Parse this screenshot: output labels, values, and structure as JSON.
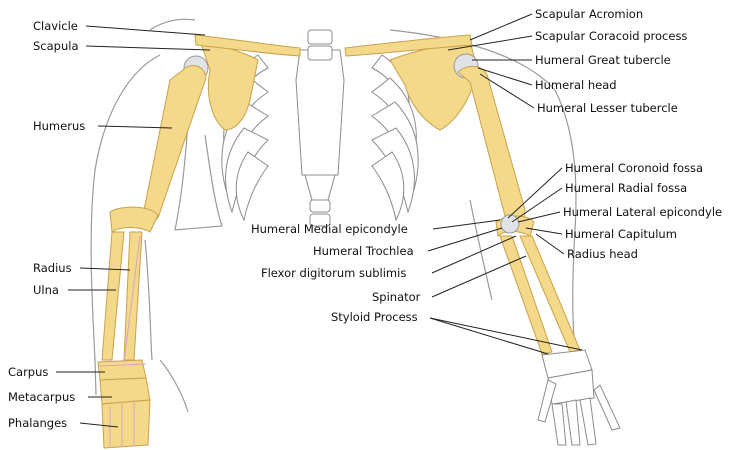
{
  "colors": {
    "bone": "#f4d98a",
    "bone_edge": "#c9a24a",
    "cartilage": "#dfe3e6",
    "outline": "#888888",
    "leader": "#222222",
    "muscle_line": "#d9a2c6"
  },
  "labels_left": [
    {
      "id": "clavicle",
      "text": "Clavicle"
    },
    {
      "id": "scapula",
      "text": "Scapula"
    },
    {
      "id": "humerus",
      "text": "Humerus"
    },
    {
      "id": "radius",
      "text": "Radius"
    },
    {
      "id": "ulna",
      "text": "Ulna"
    },
    {
      "id": "carpus",
      "text": "Carpus"
    },
    {
      "id": "metacarpus",
      "text": "Metacarpus"
    },
    {
      "id": "phalanges",
      "text": "Phalanges"
    }
  ],
  "labels_right": [
    {
      "id": "scapular-acromion",
      "text": "Scapular Acromion"
    },
    {
      "id": "scapular-coracoid",
      "text": "Scapular Coracoid process"
    },
    {
      "id": "humeral-great-tubercle",
      "text": "Humeral Great tubercle"
    },
    {
      "id": "humeral-head",
      "text": "Humeral head"
    },
    {
      "id": "humeral-lesser-tubercle",
      "text": "Humeral Lesser tubercle"
    },
    {
      "id": "humeral-coronoid-fossa",
      "text": "Humeral Coronoid fossa"
    },
    {
      "id": "humeral-radial-fossa",
      "text": "Humeral Radial fossa"
    },
    {
      "id": "humeral-lateral-epicondyle",
      "text": "Humeral Lateral epicondyle"
    },
    {
      "id": "humeral-capitulum",
      "text": "Humeral Capitulum"
    },
    {
      "id": "radius-head",
      "text": "Radius head"
    }
  ],
  "labels_center": [
    {
      "id": "humeral-medial-epicondyle",
      "text": "Humeral Medial epicondyle"
    },
    {
      "id": "humeral-trochlea",
      "text": "Humeral Trochlea"
    },
    {
      "id": "flexor-digitorum",
      "text": "Flexor digitorum sublimis"
    },
    {
      "id": "spinator",
      "text": "Spinator"
    },
    {
      "id": "styloid-process",
      "text": "Styloid Process"
    }
  ]
}
